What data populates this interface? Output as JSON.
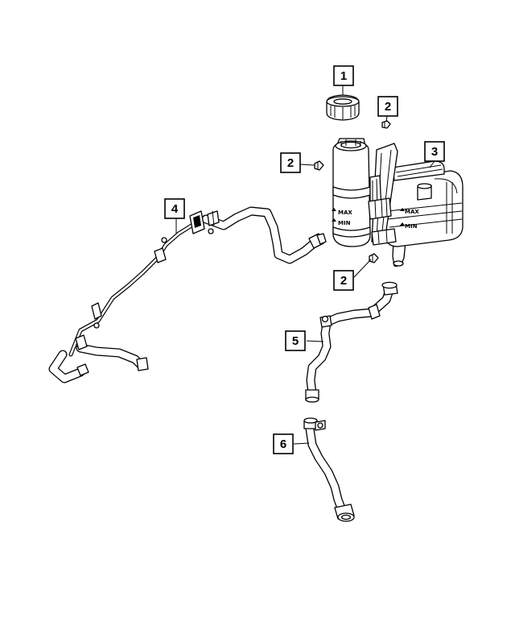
{
  "callouts": [
    {
      "id": "1",
      "label": "1"
    },
    {
      "id": "2a",
      "label": "2"
    },
    {
      "id": "2b",
      "label": "2"
    },
    {
      "id": "2c",
      "label": "2"
    },
    {
      "id": "3",
      "label": "3"
    },
    {
      "id": "4",
      "label": "4"
    },
    {
      "id": "5",
      "label": "5"
    },
    {
      "id": "6",
      "label": "6"
    }
  ],
  "tank_markings": {
    "max_left": "MAX",
    "min_left": "MIN",
    "max_right": "MAX",
    "min_right": "MIN"
  }
}
